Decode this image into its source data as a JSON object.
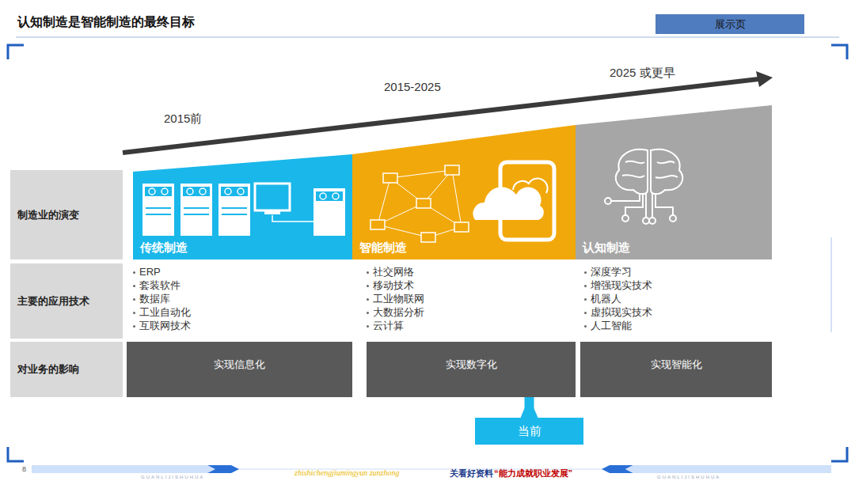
{
  "diagram": {
    "title": "认知制造是智能制造的最终目标",
    "nodes": [
      {
        "text": [
          "展示页"
        ]
      },
      {
        "text": [
          "制造业的演变"
        ]
      },
      {
        "text": [
          "传统制造"
        ]
      },
      {
        "text": [
          "智能制造"
        ]
      },
      {
        "text": [
          "认知制造"
        ]
      },
      {
        "text": [
          "主要的应用技术"
        ]
      },
      {
        "text": [
          "对业务的影响"
        ]
      },
      {
        "text": [
          "实现信息化"
        ]
      },
      {
        "text": [
          "实现数字化"
        ]
      },
      {
        "text": [
          "实现智能化"
        ]
      },
      {
        "text": [
          "当前"
        ]
      }
    ],
    "edges": [
      {
        "from": 10,
        "to": 8,
        "arrow": "to"
      }
    ],
    "labels": [
      "2015前",
      "2015-2025",
      "2025 或更早",
      "ERP",
      "套装软件",
      "数据库",
      "工业自动化",
      "互联网技术",
      "社交网络",
      "移动技术",
      "工业物联网",
      "大数据分析",
      "云计算",
      "深度学习",
      "增强现实技术",
      "机器人",
      "虚拟现实技术",
      "人工智能",
      "8",
      "zhishichengjiumingyun zunzhong",
      "关看好资料",
      "“能力成就职业发展”",
      "GUANLIJISHUHUA",
      "GUANLIJISHUHUA"
    ]
  }
}
